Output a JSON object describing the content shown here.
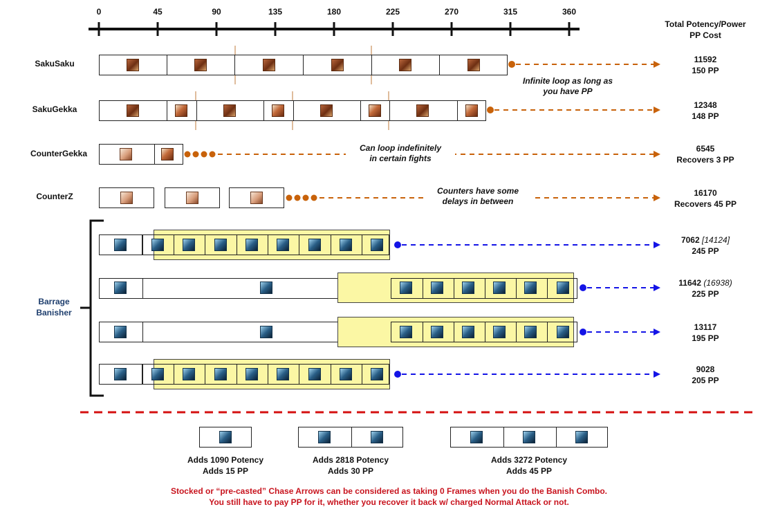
{
  "axis": {
    "ticks": [
      "0",
      "45",
      "90",
      "135",
      "180",
      "225",
      "270",
      "315",
      "360"
    ]
  },
  "header": {
    "right_line1": "Total Potency/Power",
    "right_line2": "PP Cost"
  },
  "rows": [
    {
      "label": "SakuSaku",
      "total": "11592",
      "pp": "150 PP"
    },
    {
      "label": "SakuGekka",
      "total": "12348",
      "pp": "148 PP"
    },
    {
      "label": "CounterGekka",
      "total": "6545",
      "pp": "Recovers 3 PP"
    },
    {
      "label": "CounterZ",
      "total": "16170",
      "pp": "Recovers 45 PP"
    }
  ],
  "notes": {
    "sakusaku_1": "Infinite loop as long as",
    "sakusaku_2": "you have PP",
    "countergekka_1": "Can loop indefinitely",
    "countergekka_2": "in certain fights",
    "counterz_1": "Counters have some",
    "counterz_2": "delays in between"
  },
  "barrage": {
    "group_label_1": "Barrage",
    "group_label_2": "Banisher",
    "rows": [
      {
        "total": "7062",
        "bracket": "[14124]",
        "pp": "245 PP"
      },
      {
        "total": "11642",
        "bracket": "(16938)",
        "pp": "225 PP"
      },
      {
        "total": "13117",
        "bracket": "",
        "pp": "195 PP"
      },
      {
        "total": "9028",
        "bracket": "",
        "pp": "205 PP"
      }
    ]
  },
  "chase": [
    {
      "line1": "Adds 1090 Potency",
      "line2": "Adds 15 PP"
    },
    {
      "line1": "Adds 2818 Potency",
      "line2": "Adds 30 PP"
    },
    {
      "line1": "Adds 3272 Potency",
      "line2": "Adds 45 PP"
    }
  ],
  "footer": {
    "line1": "Stocked or “pre-casted” Chase Arrows can be considered as taking 0 Frames when you do the Banish Combo.",
    "line2": "You still have to pay PP for it, whether you recover it back w/ charged Normal Attack or not."
  },
  "colors": {
    "orange": "#c8620a",
    "blue": "#1414e6",
    "red": "#d40f0f",
    "yellow": "#fbf7a4",
    "label_blue": "#1f3f6e"
  },
  "icons": [
    "sakura-skill-icon",
    "gekka-skill-icon",
    "counter-icon",
    "banish-arrow-icon"
  ]
}
